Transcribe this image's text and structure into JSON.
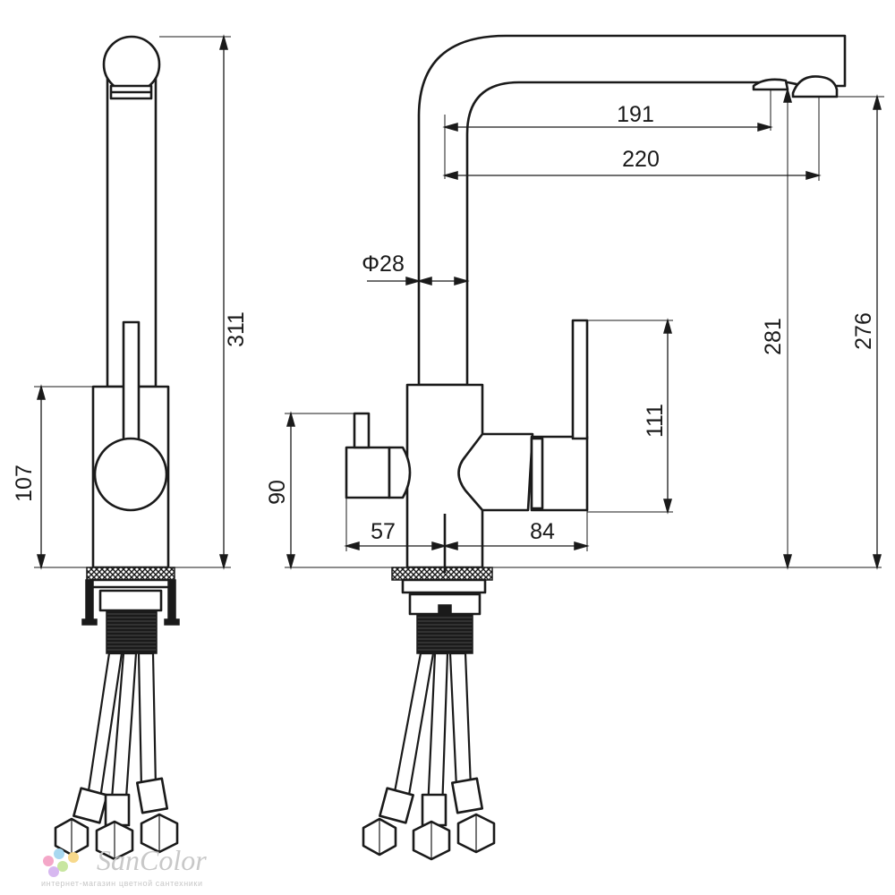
{
  "dimensions": {
    "side_total_height": "311",
    "side_body_height": "107",
    "spout_reach_inner": "191",
    "spout_reach_outer": "220",
    "spout_diameter": "Φ28",
    "left_handle_height": "90",
    "left_handle_reach": "57",
    "right_handle_reach": "84",
    "right_handle_height": "111",
    "inner_outlet_height": "281",
    "outer_outlet_height": "276"
  },
  "watermark": {
    "brand": "SanColor",
    "tagline": "интернет-магазин цветной сантехники",
    "dot_colors": [
      "#f4a7c8",
      "#a8d8f0",
      "#c8e6a0",
      "#f7d98b",
      "#d7b8f0"
    ]
  }
}
